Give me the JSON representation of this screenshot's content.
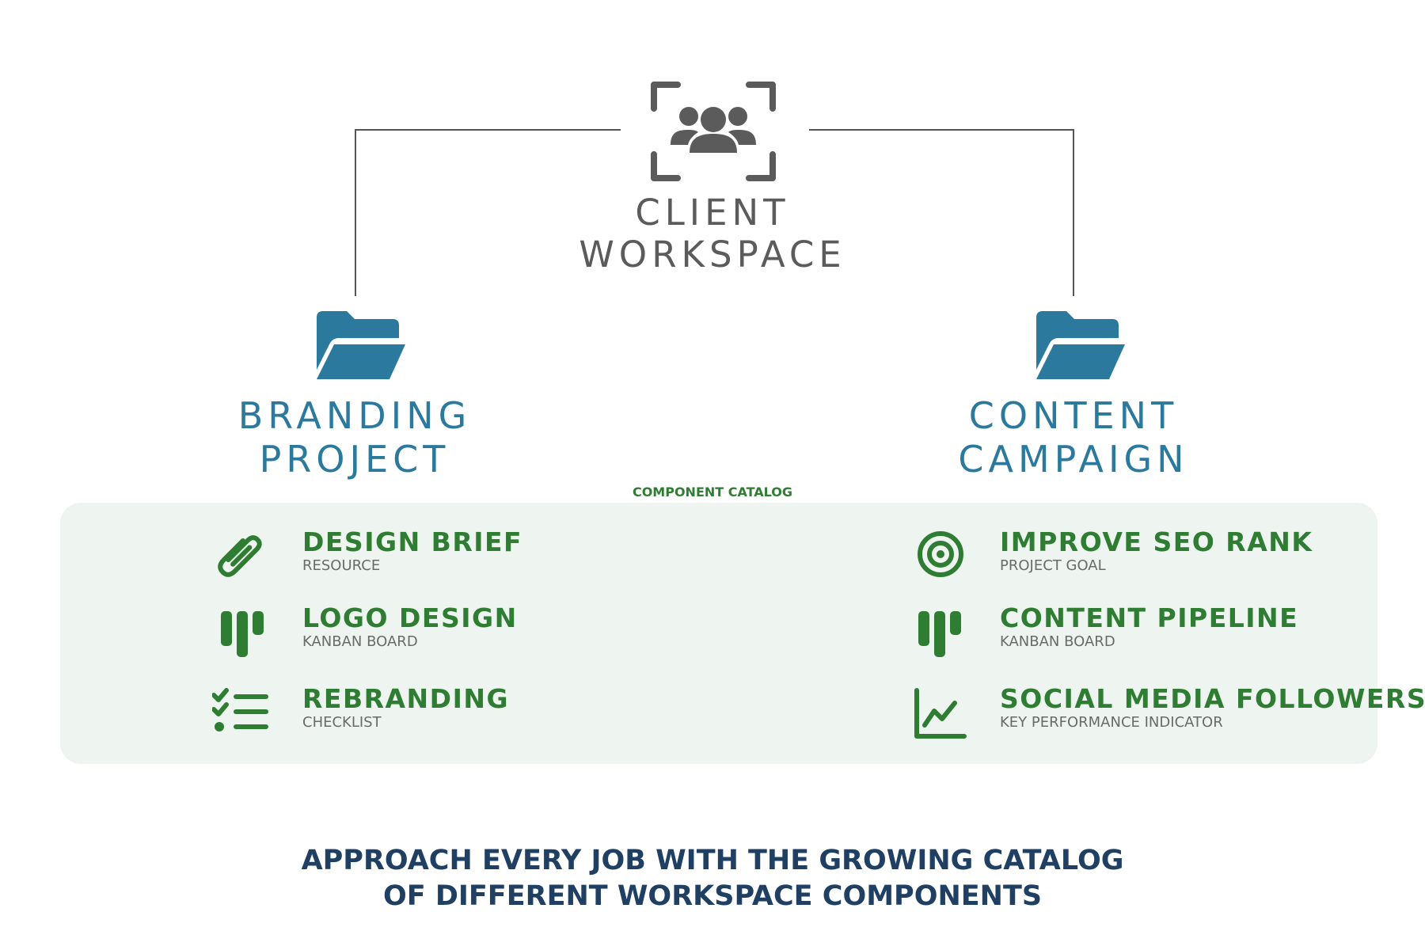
{
  "diagram": {
    "root": {
      "icon": "people-focus-icon",
      "label_line1": "CLIENT",
      "label_line2": "WORKSPACE",
      "color": "#5b5b5b"
    },
    "branches": [
      {
        "icon": "folder-open-icon",
        "label_line1": "BRANDING",
        "label_line2": "PROJECT",
        "color": "#2b7a9e"
      },
      {
        "icon": "folder-open-icon",
        "label_line1": "CONTENT",
        "label_line2": "CAMPAIGN",
        "color": "#2b7a9e"
      }
    ],
    "catalog": {
      "title": "COMPONENT CATALOG",
      "background": "#eef4ef",
      "accent": "#2e7d32",
      "left_items": [
        {
          "icon": "paperclip-icon",
          "title": "DESIGN BRIEF",
          "subtitle": "RESOURCE"
        },
        {
          "icon": "kanban-icon",
          "title": "LOGO DESIGN",
          "subtitle": "KANBAN BOARD"
        },
        {
          "icon": "checklist-icon",
          "title": "REBRANDING",
          "subtitle": "CHECKLIST"
        }
      ],
      "right_items": [
        {
          "icon": "target-icon",
          "title": "IMPROVE SEO RANK",
          "subtitle": "PROJECT GOAL"
        },
        {
          "icon": "kanban-icon",
          "title": "CONTENT PIPELINE",
          "subtitle": "KANBAN BOARD"
        },
        {
          "icon": "line-chart-icon",
          "title": "SOCIAL MEDIA FOLLOWERS",
          "subtitle": "KEY PERFORMANCE INDICATOR"
        }
      ]
    },
    "tagline": {
      "line1": "APPROACH EVERY JOB WITH THE GROWING CATALOG",
      "line2": "OF DIFFERENT WORKSPACE COMPONENTS",
      "color": "#1f3f63"
    }
  }
}
